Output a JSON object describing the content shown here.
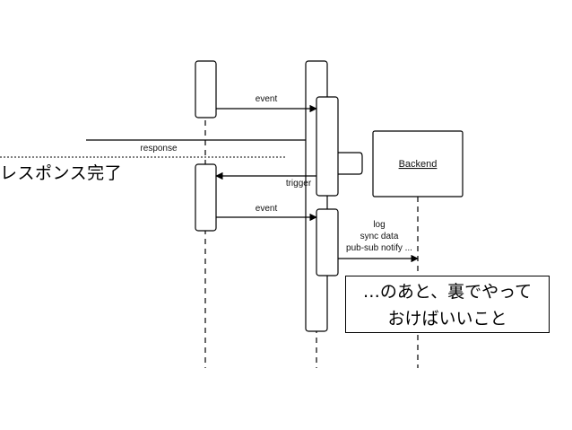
{
  "messages": {
    "event1": "event",
    "response": "response",
    "trigger": "trigger",
    "event2": "event",
    "backend_notes": [
      "log",
      "sync data",
      "pub-sub notify ..."
    ]
  },
  "actors": {
    "backend": "Backend"
  },
  "annotations": {
    "response_done": "レスポンス完了",
    "note_line1": "…のあと、裏でやって",
    "note_line2": "おけばいいこと"
  }
}
